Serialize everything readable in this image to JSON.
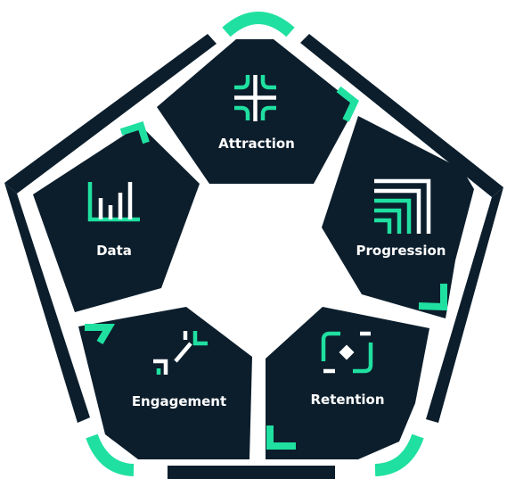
{
  "diagram": {
    "colors": {
      "navy": "#0c1e2c",
      "accent": "#1fe0a0",
      "background": "#ffffff",
      "label": "#ffffff"
    },
    "segments": [
      {
        "id": "attraction",
        "label": "Attraction",
        "icon": "attraction-icon"
      },
      {
        "id": "progression",
        "label": "Progression",
        "icon": "progression-icon"
      },
      {
        "id": "retention",
        "label": "Retention",
        "icon": "retention-icon"
      },
      {
        "id": "engagement",
        "label": "Engagement",
        "icon": "engagement-icon"
      },
      {
        "id": "data",
        "label": "Data",
        "icon": "bar-chart-icon"
      }
    ]
  }
}
